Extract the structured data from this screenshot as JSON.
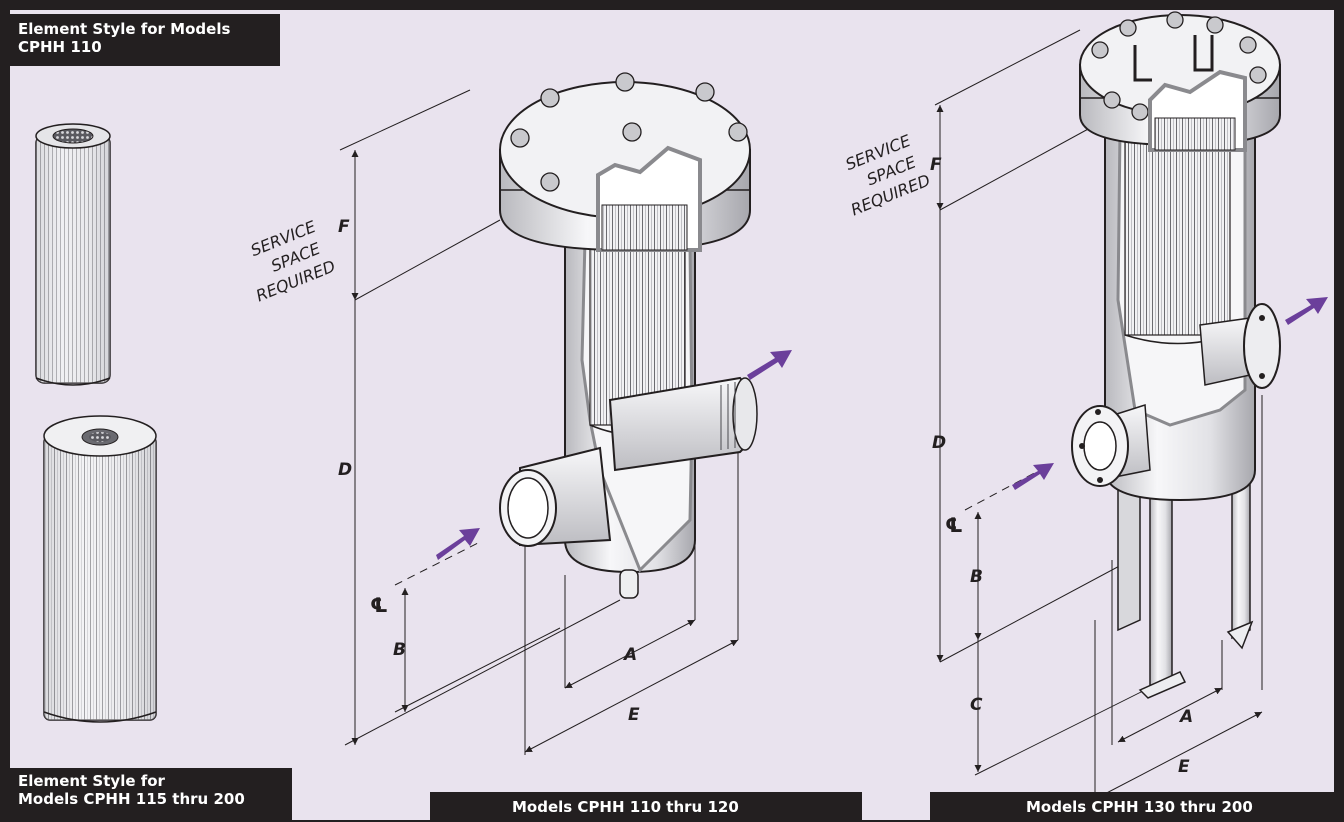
{
  "labels": {
    "element_style_110_line1": "Element Style for Models",
    "element_style_110_line2": "CPHH 110",
    "element_style_115_line1": "Element Style for",
    "element_style_115_line2": "Models CPHH 115 thru 200",
    "models_110_120": "Models CPHH 110 thru 120",
    "models_130_200": "Models CPHH 130 thru 200"
  },
  "left_drawing": {
    "service_line1": "SERVICE",
    "service_line2": "SPACE",
    "service_line3": "REQUIRED",
    "dim_f": "F",
    "dim_d": "D",
    "dim_b": "B",
    "dim_a": "A",
    "dim_e": "E",
    "centerline": "℄"
  },
  "right_drawing": {
    "service_line1": "SERVICE",
    "service_line2": "SPACE",
    "service_line3": "REQUIRED",
    "dim_f": "F",
    "dim_d": "D",
    "dim_b": "B",
    "dim_c": "C",
    "dim_a": "A",
    "dim_e": "E",
    "centerline": "℄"
  },
  "colors": {
    "background": "#e9e3ee",
    "frame": "#231f20",
    "label_bg": "#231f20",
    "label_text": "#ffffff",
    "arrow": "#6b3f9b",
    "metal_light": "#f4f4f6",
    "metal_shade": "#c8c8cc",
    "cutaway": "#8a8a8e"
  }
}
